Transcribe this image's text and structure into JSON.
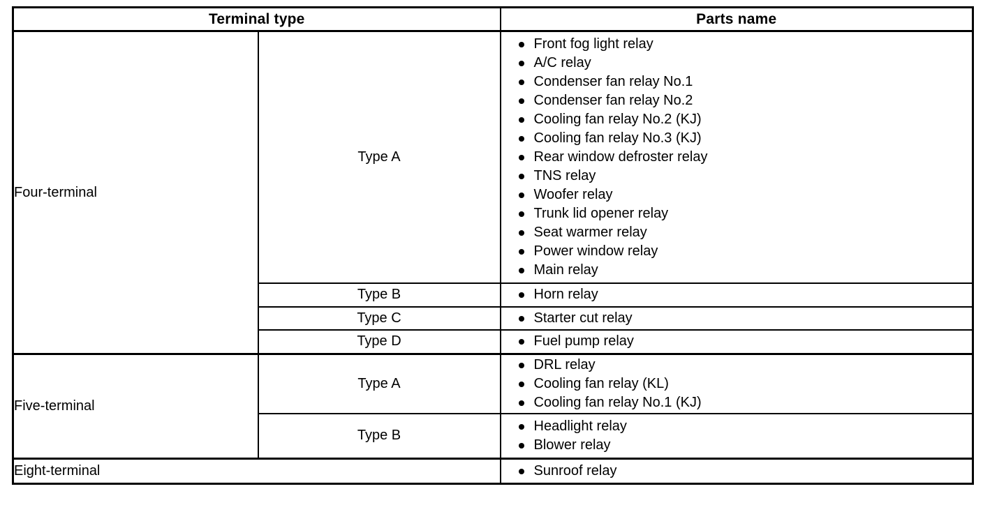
{
  "table": {
    "headers": {
      "terminal_type": "Terminal type",
      "parts_name": "Parts name"
    },
    "colors": {
      "border": "#000000",
      "text": "#000000",
      "background": "#ffffff"
    },
    "sections": [
      {
        "terminal": "Four-terminal",
        "rows": [
          {
            "type": "Type A",
            "parts": [
              "Front fog light relay",
              "A/C relay",
              "Condenser fan relay No.1",
              "Condenser fan relay No.2",
              "Cooling fan relay No.2 (KJ)",
              "Cooling fan relay No.3 (KJ)",
              "Rear window defroster relay",
              "TNS relay",
              "Woofer relay",
              "Trunk lid opener relay",
              "Seat warmer relay",
              "Power window relay",
              "Main relay"
            ]
          },
          {
            "type": "Type B",
            "parts": [
              "Horn relay"
            ]
          },
          {
            "type": "Type C",
            "parts": [
              "Starter cut relay"
            ]
          },
          {
            "type": "Type D",
            "parts": [
              "Fuel pump relay"
            ]
          }
        ]
      },
      {
        "terminal": "Five-terminal",
        "rows": [
          {
            "type": "Type A",
            "parts": [
              "DRL relay",
              "Cooling fan relay (KL)",
              "Cooling fan relay No.1 (KJ)"
            ]
          },
          {
            "type": "Type B",
            "parts": [
              "Headlight relay",
              "Blower relay"
            ]
          }
        ]
      },
      {
        "terminal": "Eight-terminal",
        "rows": [
          {
            "type": null,
            "parts": [
              "Sunroof relay"
            ]
          }
        ]
      }
    ]
  }
}
